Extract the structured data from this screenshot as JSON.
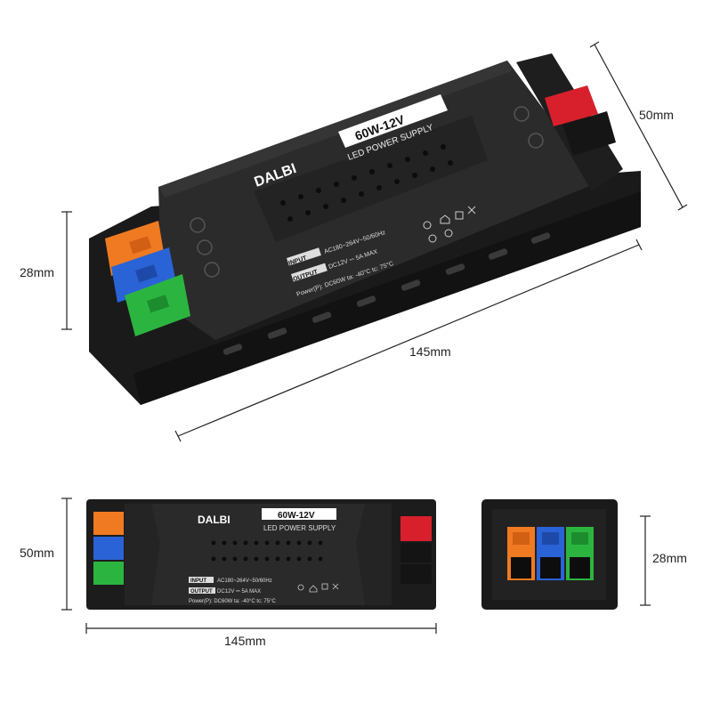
{
  "product": {
    "brand": "DALBI",
    "model": "60W-12V",
    "type": "LED POWER SUPPLY",
    "input_tag": "INPUT",
    "input_value": "AC180~264V~50/60Hz",
    "output_tag": "OUTPUT",
    "output_value": "DC12V ⎓ 5A MAX",
    "power_line_main": "Power(P): DC60W  ta: -40°C  tc: 75°C",
    "power_line_small": "Power(P): DC60W   ta: -40°C   tc: 75°C"
  },
  "dimensions": {
    "top_height": "50mm",
    "top_side": "28mm",
    "top_length": "145mm",
    "front_height": "50mm",
    "front_length": "145mm",
    "end_height": "28mm"
  },
  "colors": {
    "body": "#2a2a2a",
    "body_dark": "#161616",
    "label": "#ffffff",
    "connector_orange": "#f07a22",
    "connector_blue": "#2a63d6",
    "connector_green": "#2bb540",
    "connector_red": "#d8202c",
    "connector_black": "#111111"
  }
}
